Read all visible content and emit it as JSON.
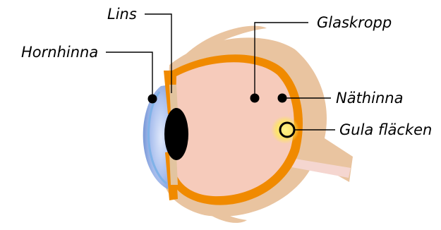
{
  "diagram": {
    "labels": {
      "lens": "Lins",
      "cornea": "Hornhinna",
      "vitreous": "Glaskropp",
      "retina": "Näthinna",
      "macula": "Gula fläcken"
    }
  },
  "colors": {
    "sclera": "#e9c4a0",
    "retina": "#f08a00",
    "vitreous": "#f6cbbb",
    "cornea": "#7f9fd8",
    "lens": "#000000",
    "macula": "#f7e01a",
    "nerve": "#f5d6d0"
  }
}
